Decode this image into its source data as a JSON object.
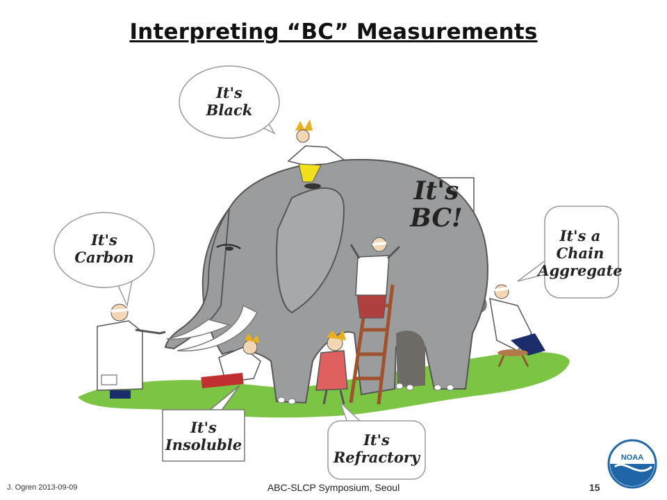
{
  "slide": {
    "title": "Interpreting “BC” Measurements",
    "page_number": "15"
  },
  "bubbles": {
    "black": [
      "It's",
      "Black"
    ],
    "carbon": [
      "It's",
      "Carbon"
    ],
    "bc": [
      "It's",
      "BC!"
    ],
    "chain": [
      "It's a",
      "Chain",
      "Aggregate"
    ],
    "insoluble": [
      "It's",
      "Insoluble"
    ],
    "refractory": [
      "It's",
      "Refractory"
    ]
  },
  "footer": {
    "author_date": "J. Ogren  2013-09-09",
    "event": "ABC-SLCP Symposium, Seoul"
  },
  "logo": {
    "text": "NOAA"
  },
  "colors": {
    "elephant": "#9a9c9e",
    "grass": "#7cc444",
    "noaa_blue": "#1f66a8"
  }
}
